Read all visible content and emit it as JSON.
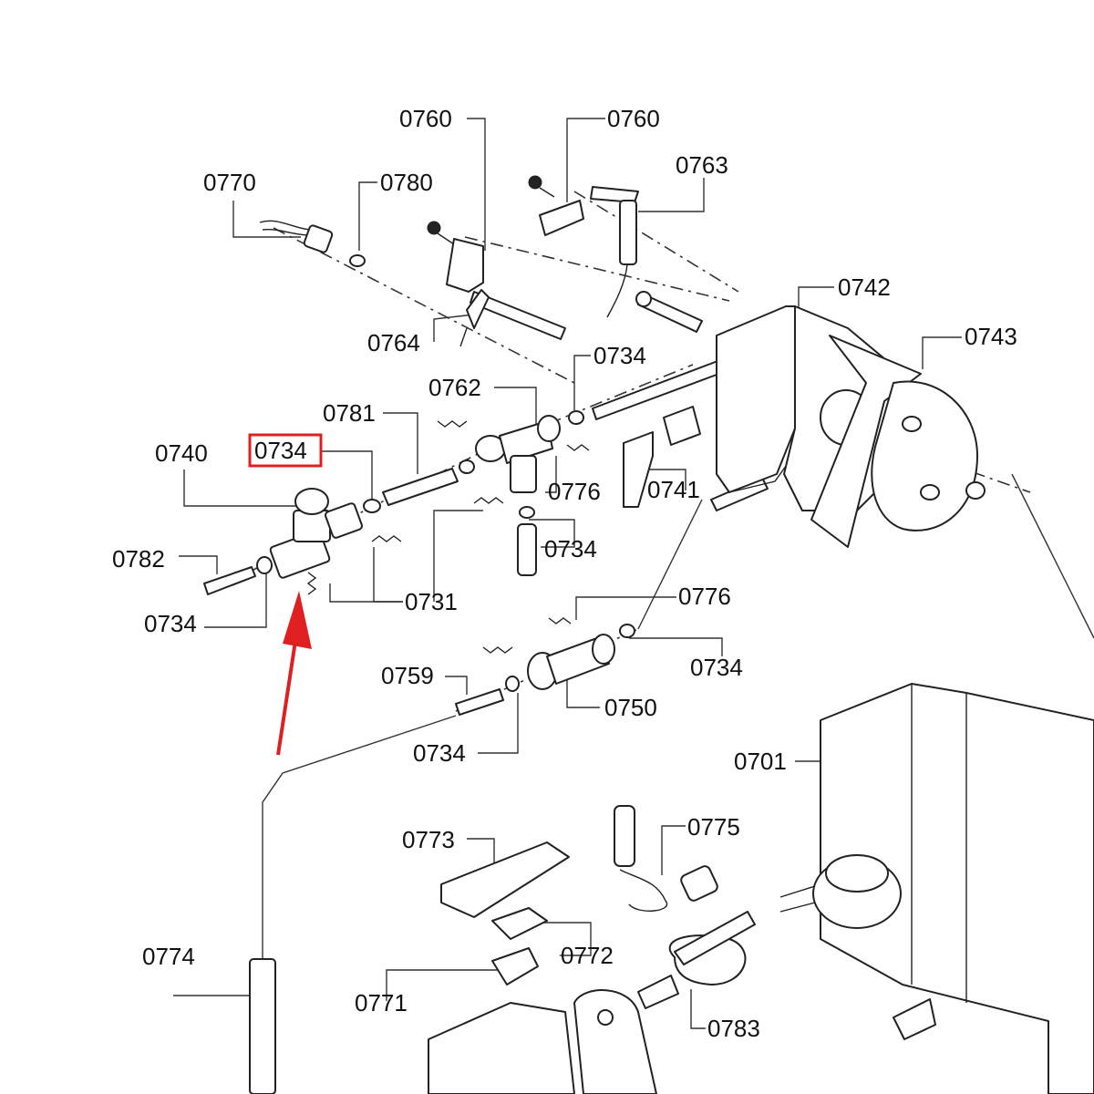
{
  "diagram": {
    "labels": [
      "0760",
      "0760",
      "0763",
      "0770",
      "0780",
      "0764",
      "0742",
      "0734",
      "0743",
      "0762",
      "0781",
      "0740",
      "0734",
      "0776",
      "0741",
      "0734",
      "0782",
      "0731",
      "0734",
      "0776",
      "0734",
      "0759",
      "0750",
      "0734",
      "0701",
      "0775",
      "0773",
      "0772",
      "0774",
      "0771",
      "0783"
    ],
    "highlight": {
      "label": "0734",
      "color": "#e02020"
    },
    "arrow_color": "#e02020"
  }
}
